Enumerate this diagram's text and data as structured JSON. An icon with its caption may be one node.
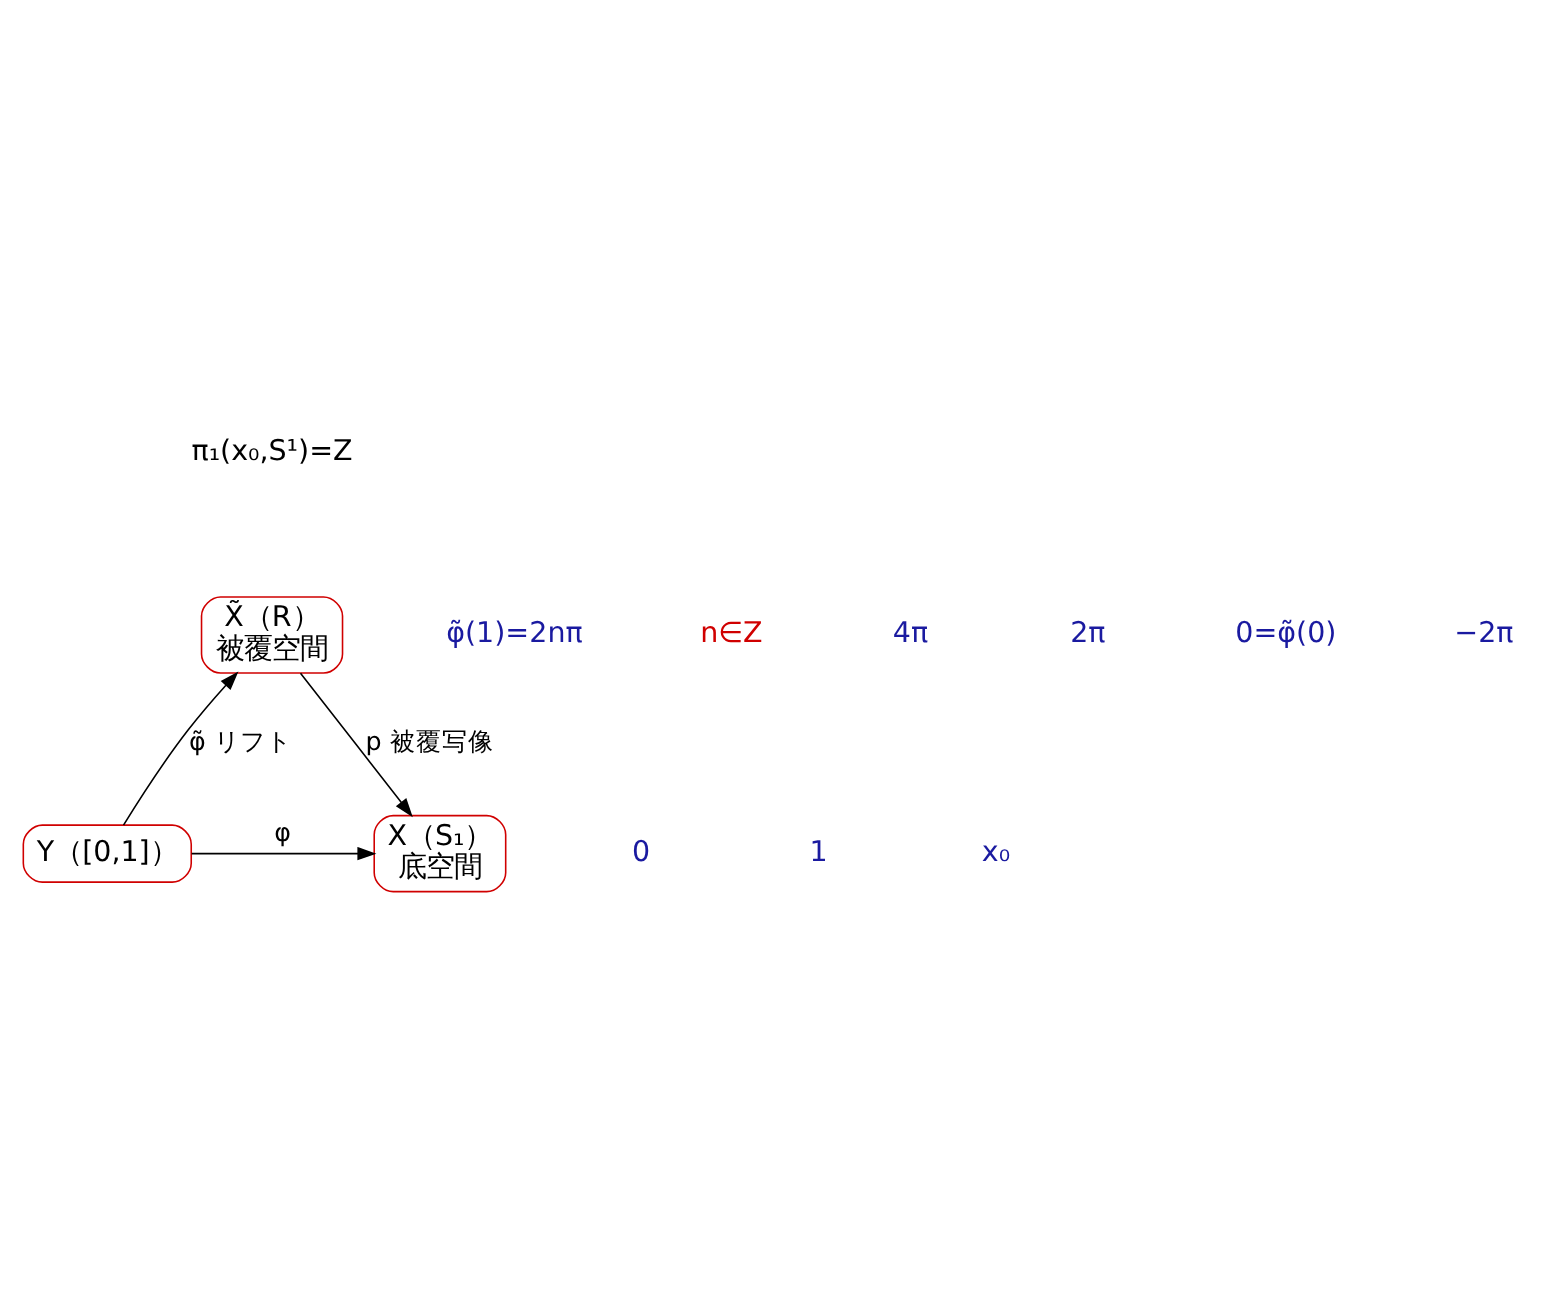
{
  "diagram": {
    "nodes": [
      {
        "text": [
          "X̃（R）",
          "被覆空間"
        ]
      },
      {
        "text": [
          "Y（[0,1]）"
        ]
      },
      {
        "text": [
          "X（S₁）",
          "底空間"
        ]
      }
    ],
    "edges": [
      {
        "from": 1,
        "to": 0,
        "arrow": "to",
        "label": "φ̃ リフト"
      },
      {
        "from": 0,
        "to": 2,
        "arrow": "to",
        "label": "p 被覆写像"
      },
      {
        "from": 1,
        "to": 2,
        "arrow": "to",
        "label": "φ"
      }
    ],
    "labels": [
      "π₁(x₀,S¹)=Z",
      "φ̃(1)=2nπ",
      "n∈Z",
      "4π",
      "2π",
      "0=φ̃(0)",
      "−2π",
      "0",
      "1",
      "x₀"
    ]
  }
}
